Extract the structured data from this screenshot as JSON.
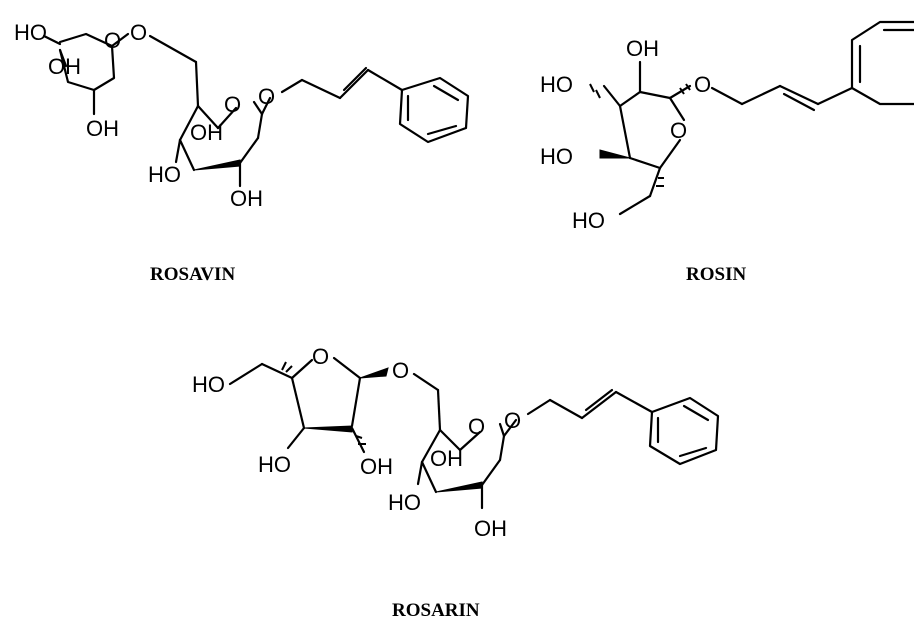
{
  "compounds": [
    {
      "name": "ROSAVIN",
      "atoms": {
        "ho_top": "HO",
        "o_ring": "O",
        "o_link": "O",
        "oh_inner": "OH",
        "oh_left_bottom": "OH",
        "o_ring2": "O",
        "o_glyco": "O",
        "oh_c4": "OH",
        "ho_c3": "HO",
        "oh_c2": "OH"
      }
    },
    {
      "name": "ROSIN",
      "atoms": {
        "oh_top": "OH",
        "ho_left": "HO",
        "o_glyco": "O",
        "o_ring": "O",
        "ho_mid": "HO",
        "ho_bottom": "HO"
      }
    },
    {
      "name": "ROSARIN",
      "atoms": {
        "ho_left": "HO",
        "o_furan": "O",
        "o_link": "O",
        "ho_c3": "HO",
        "oh_c2": "OH",
        "o_ring": "O",
        "o_glyco": "O",
        "oh_c4": "OH",
        "ho_c3b": "HO",
        "oh_c2b": "OH"
      }
    }
  ]
}
